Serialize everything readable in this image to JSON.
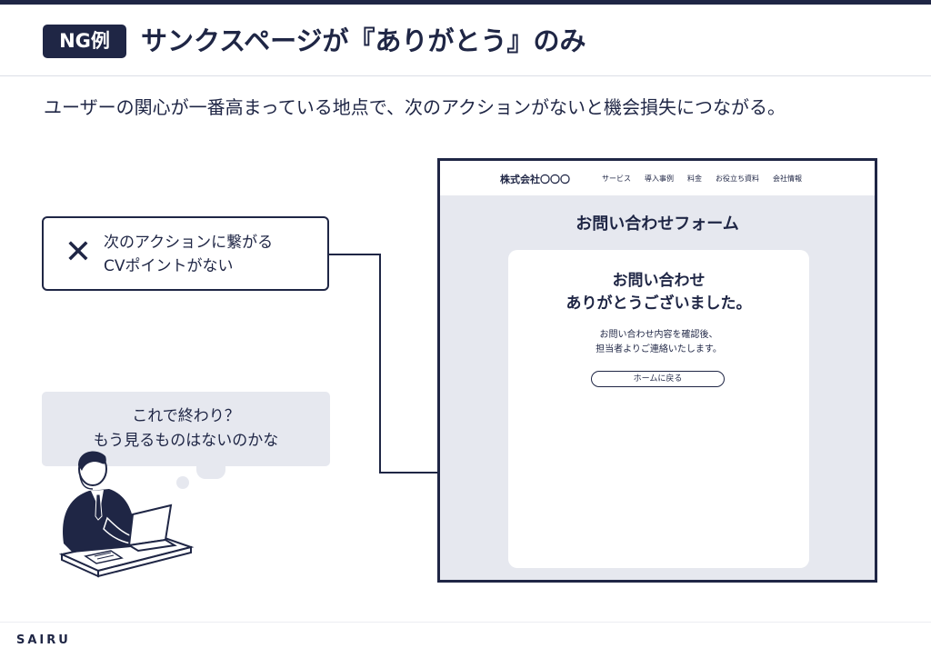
{
  "header": {
    "badge": "NG例",
    "title": "サンクスページが『ありがとう』のみ"
  },
  "subtitle": "ユーザーの関心が一番高まっている地点で、次のアクションがないと機会損失につながる。",
  "ng_callout": {
    "icon": "cross-icon",
    "mark": "✕",
    "lines": [
      "次のアクションに繋がる",
      "CVポイントがない"
    ]
  },
  "thought_bubble": {
    "lines": [
      "これで終わり？",
      "もう見るものはないのかな"
    ]
  },
  "mock_site": {
    "company": "株式会社〇〇〇",
    "nav": [
      "サービス",
      "導入事例",
      "料金",
      "お役立ち資料",
      "会社情報"
    ],
    "form_title": "お問い合わせフォーム",
    "thanks_heading": [
      "お問い合わせ",
      "ありがとうございました。"
    ],
    "thanks_body": [
      "お問い合わせ内容を確認後、",
      "担当者よりご連絡いたします。"
    ],
    "home_button": "ホームに戻る"
  },
  "footer": {
    "logo": "SAIRU"
  },
  "colors": {
    "navy": "#1f2645",
    "panel_gray": "#e6e8ef",
    "white": "#ffffff"
  }
}
